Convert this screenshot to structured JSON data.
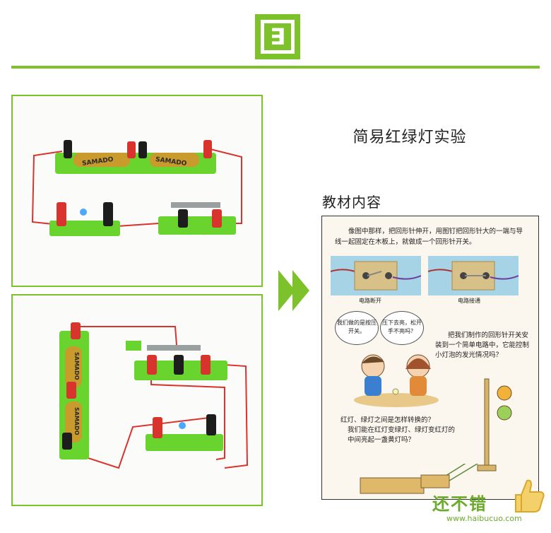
{
  "header": {
    "badge_glyph": "∃"
  },
  "experiment_title": "简易红绿灯实验",
  "content_heading": "教材内容",
  "battery_brand": "SAMADO",
  "book": {
    "paragraph1": "像图中那样，把回形针伸开，用图钉把回形针大的一端与导线一起固定在木板上，就做成一个回形针开关。",
    "caption_open": "电路断开",
    "caption_closed": "电路接通",
    "bubble1": "我们做的是按压开关。",
    "bubble2": "压下去亮，松开手不亮吗？",
    "paragraph2": "把我们制作的回形针开关安装到一个简单电路中，它能控制小灯泡的发光情况吗？",
    "paragraph3_line1": "红灯、绿灯之间是怎样转换的？",
    "paragraph3_line2": "我们能在红灯变绿灯、绿灯变红灯的中间亮起一盏黄灯吗？"
  },
  "watermark": {
    "text": "还不错",
    "url": "www.haibucuo.com"
  },
  "colors": {
    "accent": "#7dc22a",
    "wire": "#d8332c",
    "board": "#6ad42f"
  }
}
